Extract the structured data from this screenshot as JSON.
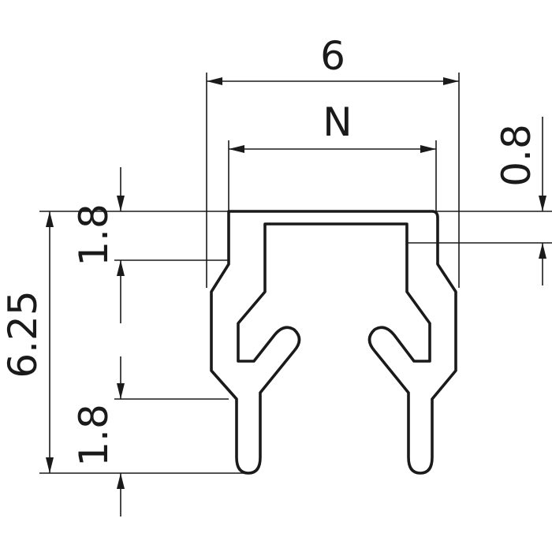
{
  "diagram": {
    "dimensions": {
      "overall_width": "6",
      "inner_width": "N",
      "wall_thickness": "0.8",
      "total_height": "6.25",
      "upper_leg": "1.8",
      "lower_leg": "1.8"
    }
  }
}
